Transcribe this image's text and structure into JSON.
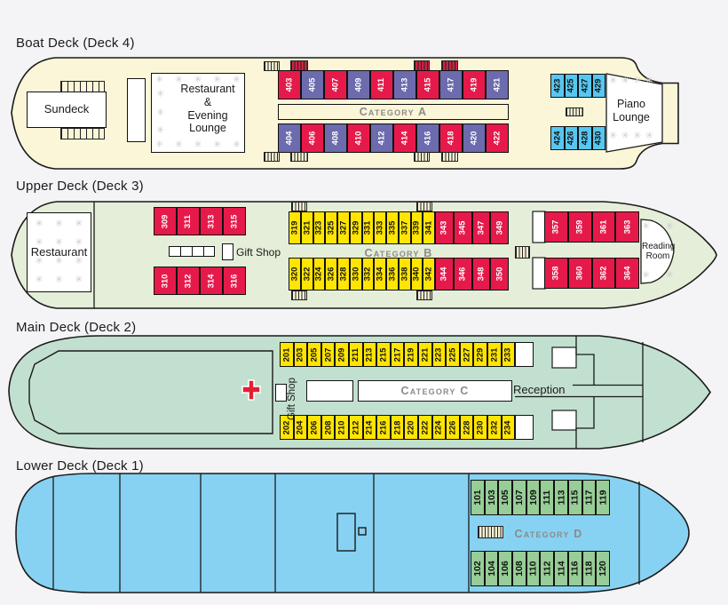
{
  "page": {
    "background": "#f4f4f6"
  },
  "colors": {
    "cabin_red": "#e51a4b",
    "cabin_purple": "#6c6bad",
    "cabin_cyan": "#56c7f0",
    "cabin_yellow": "#ffe500",
    "cabin_green": "#97cd96",
    "boat_deck_fill": "#faf6d7",
    "upper_deck_fill": "#e4eed8",
    "main_deck_fill": "#c2e0d0",
    "lower_deck_fill": "#87d2f2",
    "category_label": "#8b8b8b",
    "outline": "#1a1a1a",
    "first_aid_red": "#e31f34"
  },
  "icons": {
    "snowflake": "✳"
  },
  "decks": {
    "boat": {
      "title": "Boat Deck (Deck 4)",
      "sundeck": "Sundeck",
      "lounge": "Restaurant\n&\nEvening\nLounge",
      "piano": "Piano\nLounge",
      "category": "Category A",
      "cabins_top": [
        {
          "n": "403",
          "c": "red"
        },
        {
          "n": "405",
          "c": "purple"
        },
        {
          "n": "407",
          "c": "red"
        },
        {
          "n": "409",
          "c": "purple"
        },
        {
          "n": "411",
          "c": "red"
        },
        {
          "n": "413",
          "c": "purple"
        },
        {
          "n": "415",
          "c": "red"
        },
        {
          "n": "417",
          "c": "purple"
        },
        {
          "n": "419",
          "c": "red"
        },
        {
          "n": "421",
          "c": "purple"
        }
      ],
      "cabins_bottom": [
        {
          "n": "404",
          "c": "purple"
        },
        {
          "n": "406",
          "c": "red"
        },
        {
          "n": "408",
          "c": "purple"
        },
        {
          "n": "410",
          "c": "red"
        },
        {
          "n": "412",
          "c": "purple"
        },
        {
          "n": "414",
          "c": "red"
        },
        {
          "n": "416",
          "c": "purple"
        },
        {
          "n": "418",
          "c": "red"
        },
        {
          "n": "420",
          "c": "purple"
        },
        {
          "n": "422",
          "c": "red"
        }
      ],
      "bow_top": [
        {
          "n": "423",
          "c": "cyan"
        },
        {
          "n": "425",
          "c": "cyan"
        },
        {
          "n": "427",
          "c": "cyan"
        },
        {
          "n": "429",
          "c": "cyan"
        }
      ],
      "bow_bottom": [
        {
          "n": "424",
          "c": "cyan"
        },
        {
          "n": "426",
          "c": "cyan"
        },
        {
          "n": "428",
          "c": "cyan"
        },
        {
          "n": "430",
          "c": "cyan"
        }
      ]
    },
    "upper": {
      "title": "Upper Deck (Deck 3)",
      "restaurant": "Restaurant",
      "gift_shop": "Gift Shop",
      "category": "Category B",
      "reading_room": "Reading\nRoom",
      "fwd_top": [
        {
          "n": "309",
          "c": "red"
        },
        {
          "n": "311",
          "c": "red"
        },
        {
          "n": "313",
          "c": "red"
        },
        {
          "n": "315",
          "c": "red"
        }
      ],
      "fwd_bottom": [
        {
          "n": "310",
          "c": "red"
        },
        {
          "n": "312",
          "c": "red"
        },
        {
          "n": "314",
          "c": "red"
        },
        {
          "n": "316",
          "c": "red"
        }
      ],
      "b_top": [
        {
          "n": "319",
          "c": "yellow"
        },
        {
          "n": "321",
          "c": "yellow"
        },
        {
          "n": "323",
          "c": "yellow"
        },
        {
          "n": "325",
          "c": "yellow"
        },
        {
          "n": "327",
          "c": "yellow"
        },
        {
          "n": "329",
          "c": "yellow"
        },
        {
          "n": "331",
          "c": "yellow"
        },
        {
          "n": "333",
          "c": "yellow"
        },
        {
          "n": "335",
          "c": "yellow"
        },
        {
          "n": "337",
          "c": "yellow"
        },
        {
          "n": "339",
          "c": "yellow"
        },
        {
          "n": "341",
          "c": "yellow"
        },
        {
          "n": "343",
          "c": "red"
        },
        {
          "n": "345",
          "c": "red"
        },
        {
          "n": "347",
          "c": "red"
        },
        {
          "n": "349",
          "c": "red"
        }
      ],
      "b_bottom": [
        {
          "n": "320",
          "c": "yellow"
        },
        {
          "n": "322",
          "c": "yellow"
        },
        {
          "n": "324",
          "c": "yellow"
        },
        {
          "n": "326",
          "c": "yellow"
        },
        {
          "n": "328",
          "c": "yellow"
        },
        {
          "n": "330",
          "c": "yellow"
        },
        {
          "n": "332",
          "c": "yellow"
        },
        {
          "n": "334",
          "c": "yellow"
        },
        {
          "n": "336",
          "c": "yellow"
        },
        {
          "n": "338",
          "c": "yellow"
        },
        {
          "n": "340",
          "c": "yellow"
        },
        {
          "n": "342",
          "c": "yellow"
        },
        {
          "n": "344",
          "c": "red"
        },
        {
          "n": "346",
          "c": "red"
        },
        {
          "n": "348",
          "c": "red"
        },
        {
          "n": "350",
          "c": "red"
        }
      ],
      "bow_top": [
        {
          "n": "357",
          "c": "red"
        },
        {
          "n": "359",
          "c": "red"
        },
        {
          "n": "361",
          "c": "red"
        },
        {
          "n": "363",
          "c": "red"
        }
      ],
      "bow_bottom": [
        {
          "n": "358",
          "c": "red"
        },
        {
          "n": "360",
          "c": "red"
        },
        {
          "n": "362",
          "c": "red"
        },
        {
          "n": "364",
          "c": "red"
        }
      ]
    },
    "main": {
      "title": "Main Deck (Deck 2)",
      "gift_shop": "Gift Shop",
      "category": "Category C",
      "reception": "Reception",
      "cabins_top": [
        {
          "n": "201",
          "c": "yellow"
        },
        {
          "n": "203",
          "c": "yellow"
        },
        {
          "n": "205",
          "c": "yellow"
        },
        {
          "n": "207",
          "c": "yellow"
        },
        {
          "n": "209",
          "c": "yellow"
        },
        {
          "n": "211",
          "c": "yellow"
        },
        {
          "n": "213",
          "c": "yellow"
        },
        {
          "n": "215",
          "c": "yellow"
        },
        {
          "n": "217",
          "c": "yellow"
        },
        {
          "n": "219",
          "c": "yellow"
        },
        {
          "n": "221",
          "c": "yellow"
        },
        {
          "n": "223",
          "c": "yellow"
        },
        {
          "n": "225",
          "c": "yellow"
        },
        {
          "n": "227",
          "c": "yellow"
        },
        {
          "n": "229",
          "c": "yellow"
        },
        {
          "n": "231",
          "c": "yellow"
        },
        {
          "n": "233",
          "c": "yellow"
        }
      ],
      "cabins_bottom": [
        {
          "n": "202",
          "c": "yellow"
        },
        {
          "n": "204",
          "c": "yellow"
        },
        {
          "n": "206",
          "c": "yellow"
        },
        {
          "n": "208",
          "c": "yellow"
        },
        {
          "n": "210",
          "c": "yellow"
        },
        {
          "n": "212",
          "c": "yellow"
        },
        {
          "n": "214",
          "c": "yellow"
        },
        {
          "n": "216",
          "c": "yellow"
        },
        {
          "n": "218",
          "c": "yellow"
        },
        {
          "n": "220",
          "c": "yellow"
        },
        {
          "n": "222",
          "c": "yellow"
        },
        {
          "n": "224",
          "c": "yellow"
        },
        {
          "n": "226",
          "c": "yellow"
        },
        {
          "n": "228",
          "c": "yellow"
        },
        {
          "n": "230",
          "c": "yellow"
        },
        {
          "n": "232",
          "c": "yellow"
        },
        {
          "n": "234",
          "c": "yellow"
        }
      ]
    },
    "lower": {
      "title": "Lower Deck (Deck 1)",
      "category": "Category D",
      "cabins_top": [
        {
          "n": "101",
          "c": "green"
        },
        {
          "n": "103",
          "c": "green"
        },
        {
          "n": "105",
          "c": "green"
        },
        {
          "n": "107",
          "c": "green"
        },
        {
          "n": "109",
          "c": "green"
        },
        {
          "n": "111",
          "c": "green"
        },
        {
          "n": "113",
          "c": "green"
        },
        {
          "n": "115",
          "c": "green"
        },
        {
          "n": "117",
          "c": "green"
        },
        {
          "n": "119",
          "c": "green"
        }
      ],
      "cabins_bottom": [
        {
          "n": "102",
          "c": "green"
        },
        {
          "n": "104",
          "c": "green"
        },
        {
          "n": "106",
          "c": "green"
        },
        {
          "n": "108",
          "c": "green"
        },
        {
          "n": "110",
          "c": "green"
        },
        {
          "n": "112",
          "c": "green"
        },
        {
          "n": "114",
          "c": "green"
        },
        {
          "n": "116",
          "c": "green"
        },
        {
          "n": "118",
          "c": "green"
        },
        {
          "n": "120",
          "c": "green"
        }
      ]
    }
  }
}
